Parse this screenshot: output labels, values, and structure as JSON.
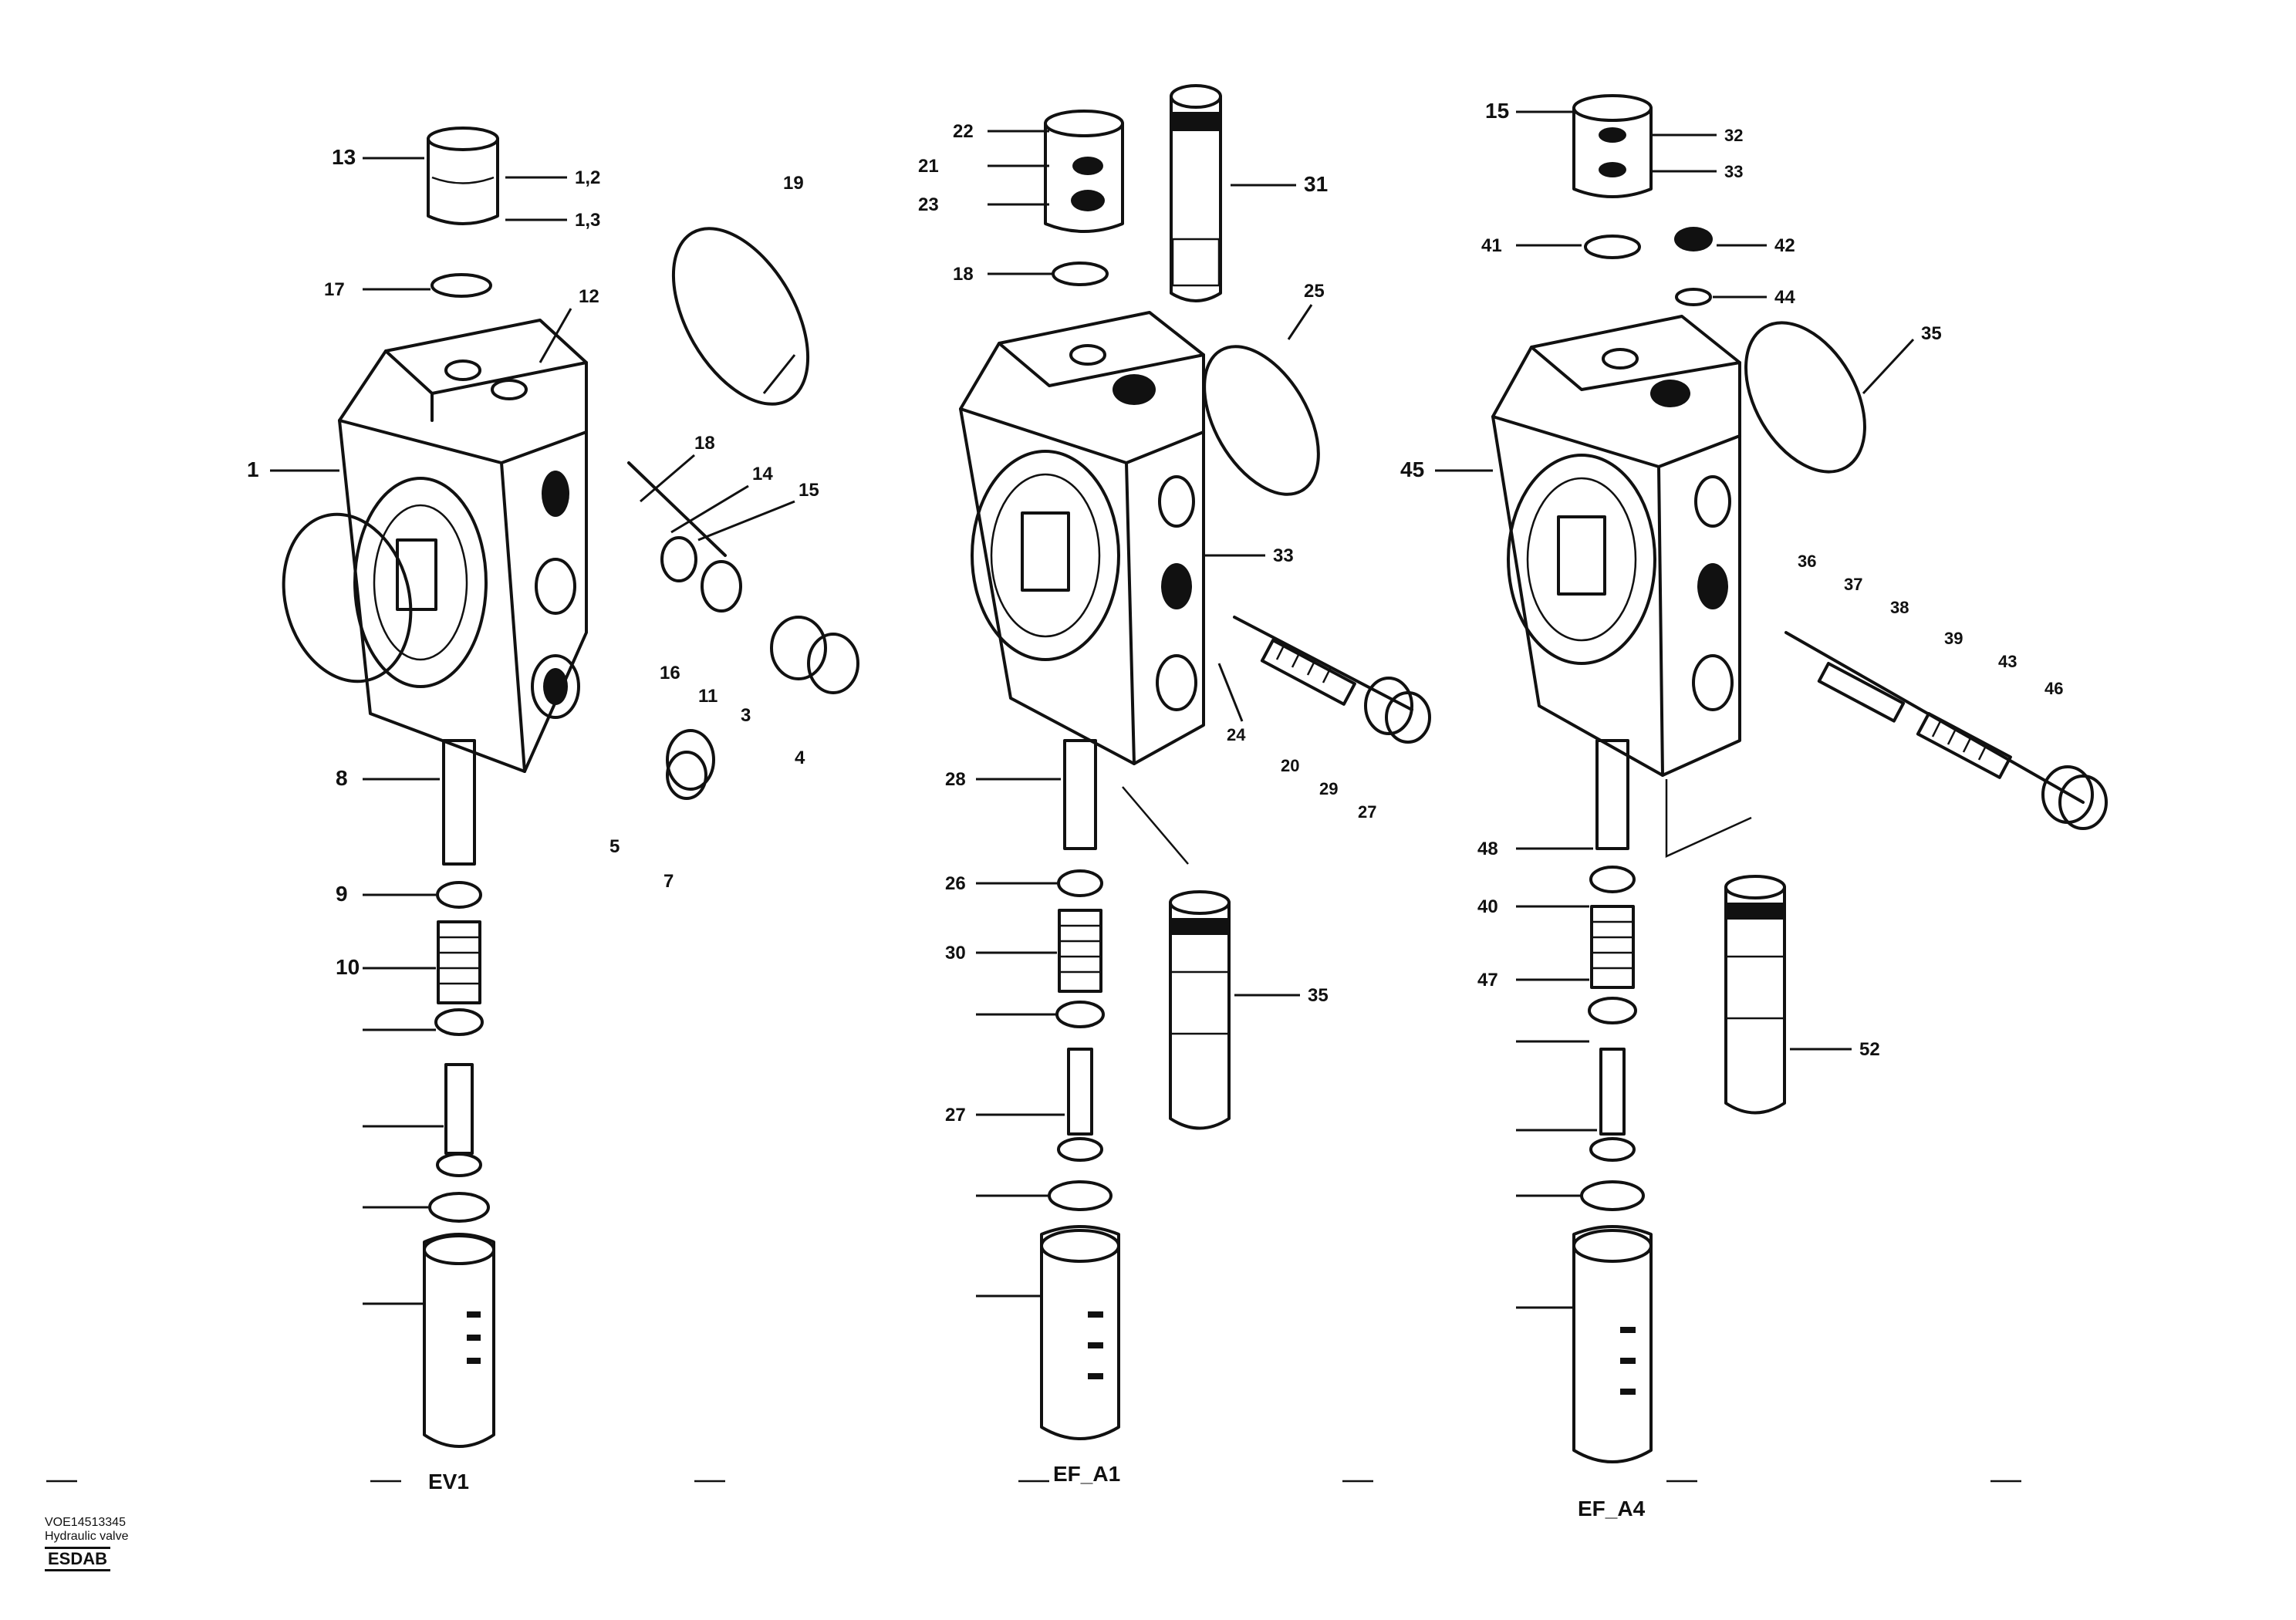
{
  "views": [
    {
      "id": "view-1",
      "caption": "EV1"
    },
    {
      "id": "view-2",
      "caption": "EF_A1"
    },
    {
      "id": "view-3",
      "caption": "EF_A4"
    }
  ],
  "callouts": {
    "v1": [
      "13",
      "1,2",
      "1,3",
      "17",
      "12",
      "1",
      "19",
      "18",
      "14",
      "15",
      "16",
      "11",
      "3",
      "4",
      "5",
      "7",
      "8",
      "9",
      "10"
    ],
    "v2": [
      "22",
      "21",
      "23",
      "31",
      "18",
      "25",
      "33",
      "24",
      "20",
      "29",
      "27",
      "28",
      "26",
      "30",
      "27",
      "35"
    ],
    "v3": [
      "15",
      "32",
      "33",
      "41",
      "42",
      "44",
      "45",
      "35",
      "36",
      "37",
      "38",
      "39",
      "43",
      "46",
      "48",
      "40",
      "47",
      "52"
    ]
  },
  "footer": {
    "stamp_line1": "VOE14513345",
    "stamp_line2": "Hydraulic valve",
    "stamp_code": "ESDAB"
  }
}
